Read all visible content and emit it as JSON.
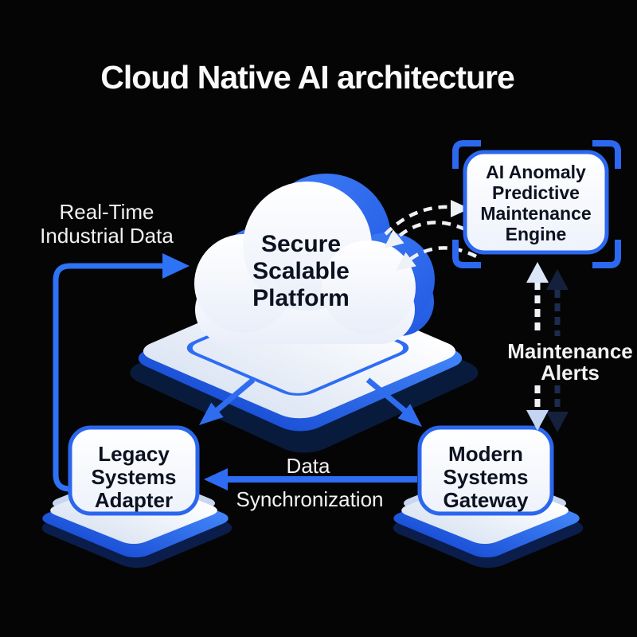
{
  "title": "Cloud Native AI architecture",
  "colors": {
    "background": "#050505",
    "accent_blue": "#2c68f0",
    "arrow_blue": "#2e72f5",
    "back_cloud_blue": "#2d6af0",
    "pedestal_shadow_navy": "#0c2050",
    "surface_white": "#ffffff",
    "dashed_white": "#eef1f6",
    "dashed_dark": "#1c2c4e",
    "text_dark": "#0c1220",
    "text_light": "#f2f2f2"
  },
  "nodes": {
    "cloud": {
      "lines": [
        "Secure",
        "Scalable",
        "Platform"
      ]
    },
    "ai_engine": {
      "lines": [
        "AI Anomaly",
        "Predictive",
        "Maintenance",
        "Engine"
      ]
    },
    "legacy": {
      "lines": [
        "Legacy",
        "Systems",
        "Adapter"
      ]
    },
    "modern": {
      "lines": [
        "Modern",
        "Systems",
        "Gateway"
      ]
    }
  },
  "edges": {
    "realtime": {
      "lines": [
        "Real-Time",
        "Industrial Data"
      ]
    },
    "data_sync": {
      "line1": "Data",
      "line2": "Synchronization"
    },
    "maintenance": {
      "lines": [
        "Maintenance",
        "Alerts"
      ]
    }
  }
}
